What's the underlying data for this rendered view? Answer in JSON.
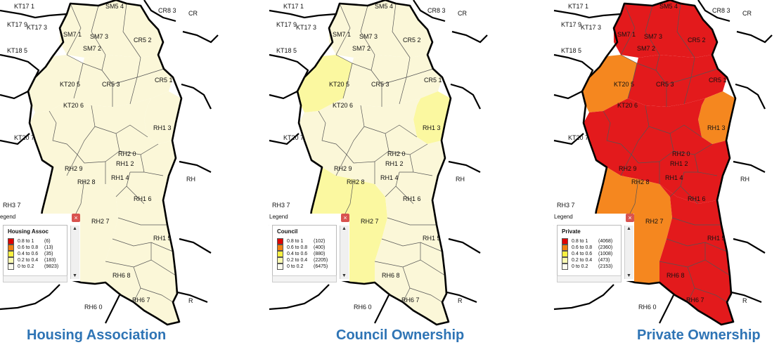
{
  "panels": [
    {
      "caption": "Housing Association",
      "legend_title": "egend",
      "legend_heading": "Housing Assoc",
      "legend_rows": [
        {
          "range": "0.8 to 1",
          "count": "(6)",
          "color": "#e00000"
        },
        {
          "range": "0.6 to 0.8",
          "count": "(13)",
          "color": "#f08010"
        },
        {
          "range": "0.4 to 0.6",
          "count": "(35)",
          "color": "#f8f040"
        },
        {
          "range": "0.2 to 0.4",
          "count": "(183)",
          "color": "#fafab0"
        },
        {
          "range": "0   to 0.2",
          "count": "(9823)",
          "color": "#fdfdf0"
        }
      ],
      "region_colors": [
        "#fbf7d8",
        "#fbf7d8",
        "#fbf7d8",
        "#fbf7d8",
        "#fbf7d8",
        "#fbf7d8",
        "#fbf7d8"
      ]
    },
    {
      "caption": "Council  Ownership",
      "legend_title": "Legend",
      "legend_heading": "Council",
      "legend_rows": [
        {
          "range": "0.8 to 1",
          "count": "(102)",
          "color": "#e00000"
        },
        {
          "range": "0.6 to 0.8",
          "count": "(400)",
          "color": "#f08010"
        },
        {
          "range": "0.4 to 0.6",
          "count": "(880)",
          "color": "#f8f040"
        },
        {
          "range": "0.2 to 0.4",
          "count": "(2205)",
          "color": "#fafab0"
        },
        {
          "range": "0   to 0.2",
          "count": "(6475)",
          "color": "#fdfdf0"
        }
      ],
      "region_colors": [
        "#fbf7d8",
        "#fbf8a0",
        "#fbf7d8",
        "#fbf8a0",
        "#fbf7d8",
        "#fbf8a0",
        "#fbf7d8"
      ]
    },
    {
      "caption": "Private Ownership",
      "legend_title": "Legend",
      "legend_heading": "Private",
      "legend_rows": [
        {
          "range": "0.8 to 1",
          "count": "(4068)",
          "color": "#e00000"
        },
        {
          "range": "0.6 to 0.8",
          "count": "(2360)",
          "color": "#f08010"
        },
        {
          "range": "0.4 to 0.6",
          "count": "(1008)",
          "color": "#f8f040"
        },
        {
          "range": "0.2 to 0.4",
          "count": "(473)",
          "color": "#fafab0"
        },
        {
          "range": "0   to 0.2",
          "count": "(2153)",
          "color": "#fdfdf0"
        }
      ],
      "region_colors": [
        "#e31a1c",
        "#f5871f",
        "#e31a1c",
        "#f5871f",
        "#e31a1c",
        "#f5871f",
        "#e31a1c"
      ]
    }
  ],
  "map_labels": [
    {
      "text": "KT17 1"
    },
    {
      "text": "SM5 4"
    },
    {
      "text": "CR8 3"
    },
    {
      "text": "CR"
    },
    {
      "text": "KT17 9"
    },
    {
      "text": "KT17 3"
    },
    {
      "text": "SM7 1"
    },
    {
      "text": "SM7 3"
    },
    {
      "text": "SM7 2"
    },
    {
      "text": "CR5 2"
    },
    {
      "text": "KT18 5"
    },
    {
      "text": "CR5 1"
    },
    {
      "text": "KT20 5"
    },
    {
      "text": "CR5 3"
    },
    {
      "text": "KT20 6"
    },
    {
      "text": "RH1 3"
    },
    {
      "text": "KT20 7"
    },
    {
      "text": "RH2 0"
    },
    {
      "text": "RH1 2"
    },
    {
      "text": "RH2 9"
    },
    {
      "text": "RH1 4"
    },
    {
      "text": "RH2 8"
    },
    {
      "text": "RH1 6"
    },
    {
      "text": "RH2 7"
    },
    {
      "text": "RH1 5"
    },
    {
      "text": "RH6 8"
    },
    {
      "text": "RH6 7"
    },
    {
      "text": "RH6 0"
    },
    {
      "text": "RH3 7"
    },
    {
      "text": "RH"
    },
    {
      "text": "R"
    }
  ]
}
